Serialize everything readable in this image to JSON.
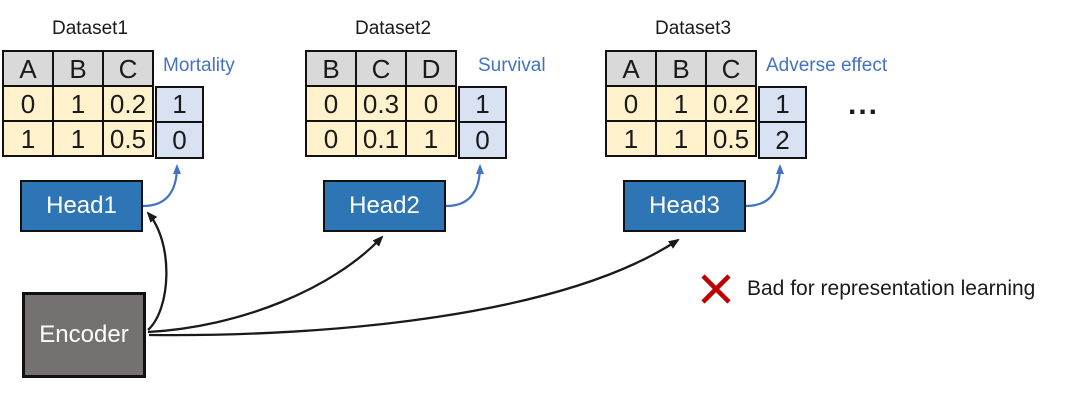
{
  "figure": {
    "background": "#FFFFFF"
  },
  "colors": {
    "header_cell": "#D9D9D9",
    "feature_cell": "#FFF2CC",
    "label_cell": "#D9E2F3",
    "head_box": "#2E75B6",
    "encoder_box": "#767171",
    "accent_blue": "#4472C4",
    "cross_red": "#C00000",
    "line_black": "#1A1A1A"
  },
  "datasets": [
    {
      "title": "Dataset1",
      "task_label": "Mortality",
      "headers": [
        "A",
        "B",
        "C"
      ],
      "rows": [
        [
          "0",
          "1",
          "0.2"
        ],
        [
          "1",
          "1",
          "0.5"
        ]
      ],
      "labels": [
        "1",
        "0"
      ],
      "head_label": "Head1"
    },
    {
      "title": "Dataset2",
      "task_label": "Survival",
      "headers": [
        "B",
        "C",
        "D"
      ],
      "rows": [
        [
          "0",
          "0.3",
          "0"
        ],
        [
          "0",
          "0.1",
          "1"
        ]
      ],
      "labels": [
        "1",
        "0"
      ],
      "head_label": "Head2"
    },
    {
      "title": "Dataset3",
      "task_label": "Adverse effect",
      "headers": [
        "A",
        "B",
        "C"
      ],
      "rows": [
        [
          "0",
          "1",
          "0.2"
        ],
        [
          "1",
          "1",
          "0.5"
        ]
      ],
      "labels": [
        "1",
        "2"
      ],
      "head_label": "Head3"
    }
  ],
  "encoder": {
    "label": "Encoder"
  },
  "ellipsis": "...",
  "annotation": {
    "icon": "red-cross-icon",
    "text": "Bad for representation learning"
  },
  "arrows": {
    "black": [
      "encoder-to-head1",
      "encoder-to-head2",
      "encoder-to-head3"
    ],
    "blue": [
      "head1-to-labels1",
      "head2-to-labels2",
      "head3-to-labels3"
    ]
  }
}
